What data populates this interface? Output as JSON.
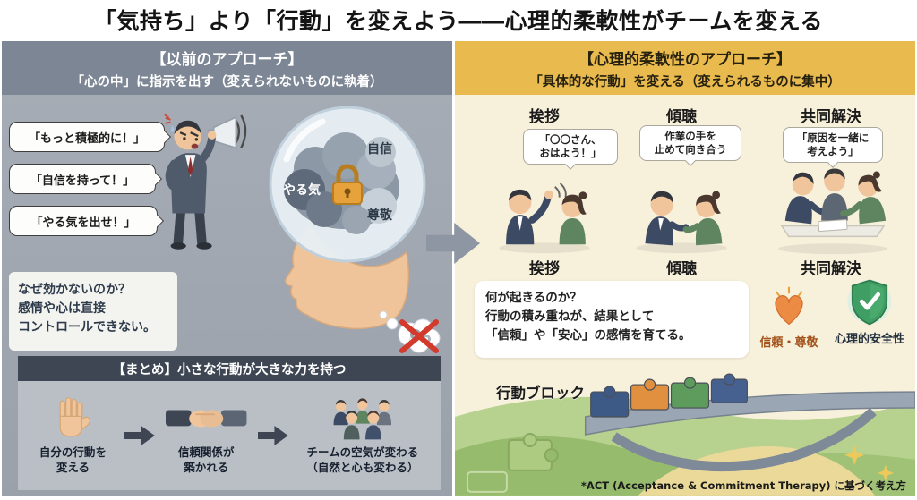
{
  "title": "「気持ち」より「行動」を変えよう――心理的柔軟性がチームを変える",
  "left": {
    "header1": "【以前のアプローチ】",
    "header2": "「心の中」に指示を出す（変えられないものに執着）",
    "bubbles": [
      "「もっと積極的に！」",
      "「自信を持って！」",
      "「やる気を出せ！」"
    ],
    "brain": {
      "word1": "自信",
      "word2": "やる気",
      "word3": "尊敬"
    },
    "why": "なぜ効かないのか？\n感情や心は直接\nコントロールできない。",
    "summary": {
      "header": "【まとめ】小さな行動が大きな力を持つ",
      "step1": "自分の行動を\n変える",
      "step2": "信頼関係が\n築かれる",
      "step3": "チームの空気が変わる\n（自然と心も変わる）"
    }
  },
  "right": {
    "header1": "【心理的柔軟性のアプローチ】",
    "header2": "「具体的な行動」を変える（変えられるものに集中）",
    "columns": [
      {
        "title": "挨拶",
        "bubble": "「〇〇さん、\nおはよう！」",
        "label": "挨拶"
      },
      {
        "title": "傾聴",
        "bubble": "作業の手を\n止めて向き合う",
        "label": "傾聴"
      },
      {
        "title": "共同解決",
        "bubble": "「原因を一緒に\n考えよう」",
        "label": "共同解決"
      }
    ],
    "result": "何が起きるのか？\n行動の積み重ねが、結果として\n「信頼」や「安心」の感情を育てる。",
    "badge_heart": "信頼・尊敬",
    "badge_shield": "心理的安全性",
    "bridge_label": "行動ブロック",
    "footnote": "*ACT (Acceptance & Commitment Therapy) に基づく考え方"
  },
  "icons": {
    "lock": "lock-icon",
    "megaphone": "megaphone-icon",
    "blocked_gears": "blocked-gears-icon",
    "raised_hand": "raised-hand-icon",
    "handshake": "handshake-icon",
    "team": "team-icon",
    "flow_arrow": "flow-arrow-icon",
    "heart": "heart-icon",
    "shield_check": "shield-check-icon",
    "puzzle_block": "puzzle-block-icon",
    "sparkle": "sparkle-icon"
  },
  "colors": {
    "left_header": "#7d8694",
    "left_body": "#9fa6b0",
    "right_header": "#e9ba4e",
    "right_body": "#f7f0db",
    "summary_bar": "#3e4654",
    "lock": "#e8a23b",
    "cross": "#d43a2c",
    "heart": "#ec8b44",
    "shield": "#3f9e63"
  }
}
